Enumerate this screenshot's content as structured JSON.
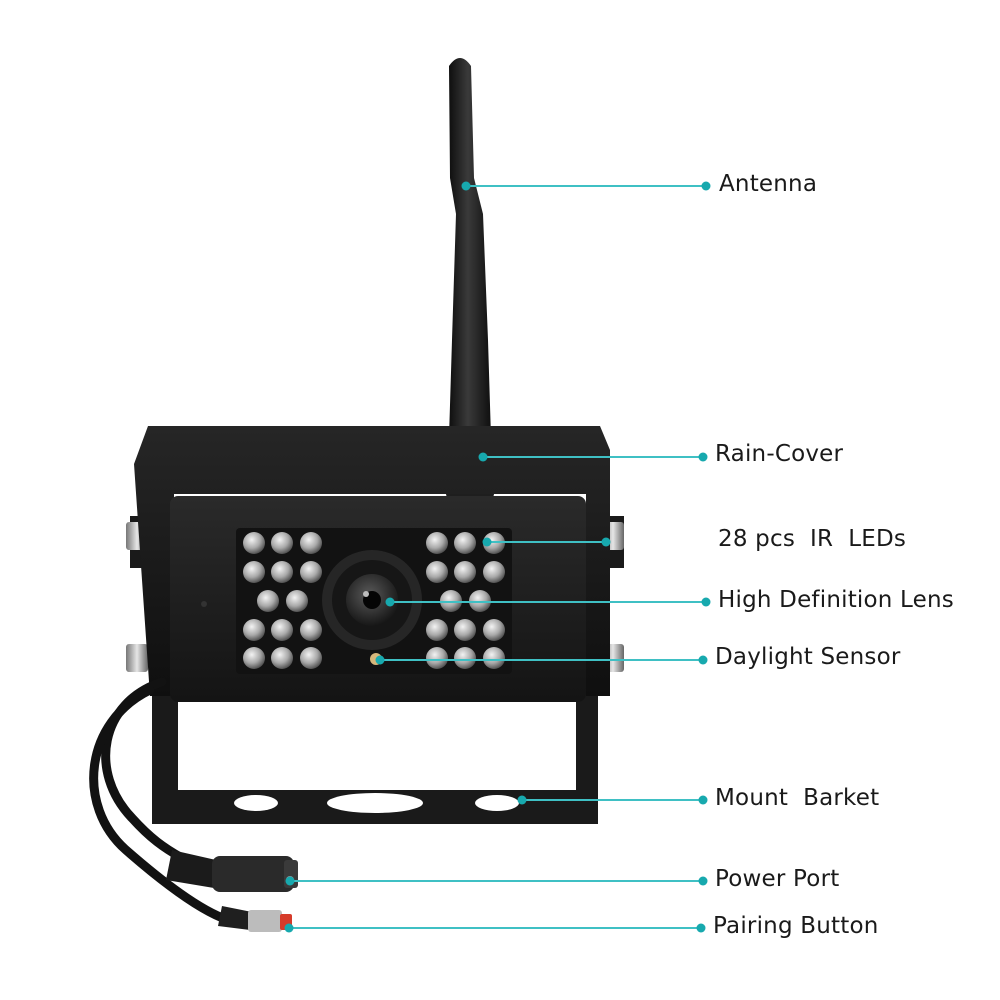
{
  "colors": {
    "leader_line": "#3fc0c4",
    "leader_dot": "#17a9ae",
    "camera_body": "#1b1b1b",
    "rain_cover": "#161616",
    "bracket": "#1a1a1a",
    "pairing_button": "#d63b2a"
  },
  "icons": [
    "antenna-icon",
    "camera-icon",
    "cable-icon"
  ],
  "callouts": [
    {
      "id": "antenna",
      "label": "Antenna"
    },
    {
      "id": "rain-cover",
      "label": "Rain-Cover"
    },
    {
      "id": "ir-leds",
      "label": "28 pcs  IR  LEDs"
    },
    {
      "id": "lens",
      "label": "High Definition Lens"
    },
    {
      "id": "daylight-sensor",
      "label": "Daylight Sensor"
    },
    {
      "id": "mount-bracket",
      "label": "Mount  Barket"
    },
    {
      "id": "power-port",
      "label": "Power Port"
    },
    {
      "id": "pairing-button",
      "label": "Pairing Button"
    }
  ]
}
